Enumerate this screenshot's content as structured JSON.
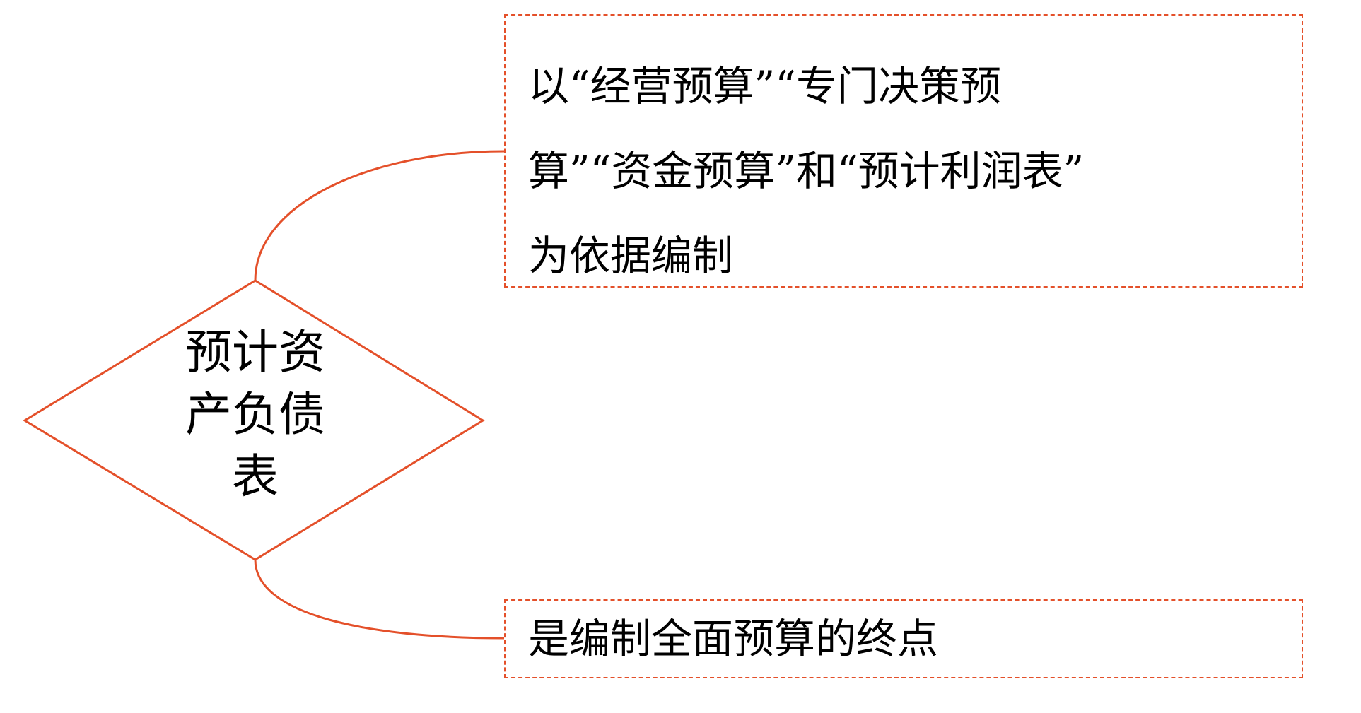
{
  "diagram": {
    "accent_color": "#e4502a",
    "central_node": {
      "shape": "diamond",
      "label_lines": [
        "预计资",
        "产负债",
        "表"
      ],
      "label": "预计资产负债表"
    },
    "branches": [
      {
        "position": "top",
        "box_style": "dashed",
        "text": "以“经营预算”“专门决策预算”“资金预算”和“预计利润表”为依据编制",
        "lines": [
          "以“经营预算”“专门决策预",
          "算”“资金预算”和“预计利润表”",
          "为依据编制"
        ]
      },
      {
        "position": "bottom",
        "box_style": "dashed",
        "text": "是编制全面预算的终点",
        "lines": [
          "是编制全面预算的终点"
        ]
      }
    ]
  }
}
